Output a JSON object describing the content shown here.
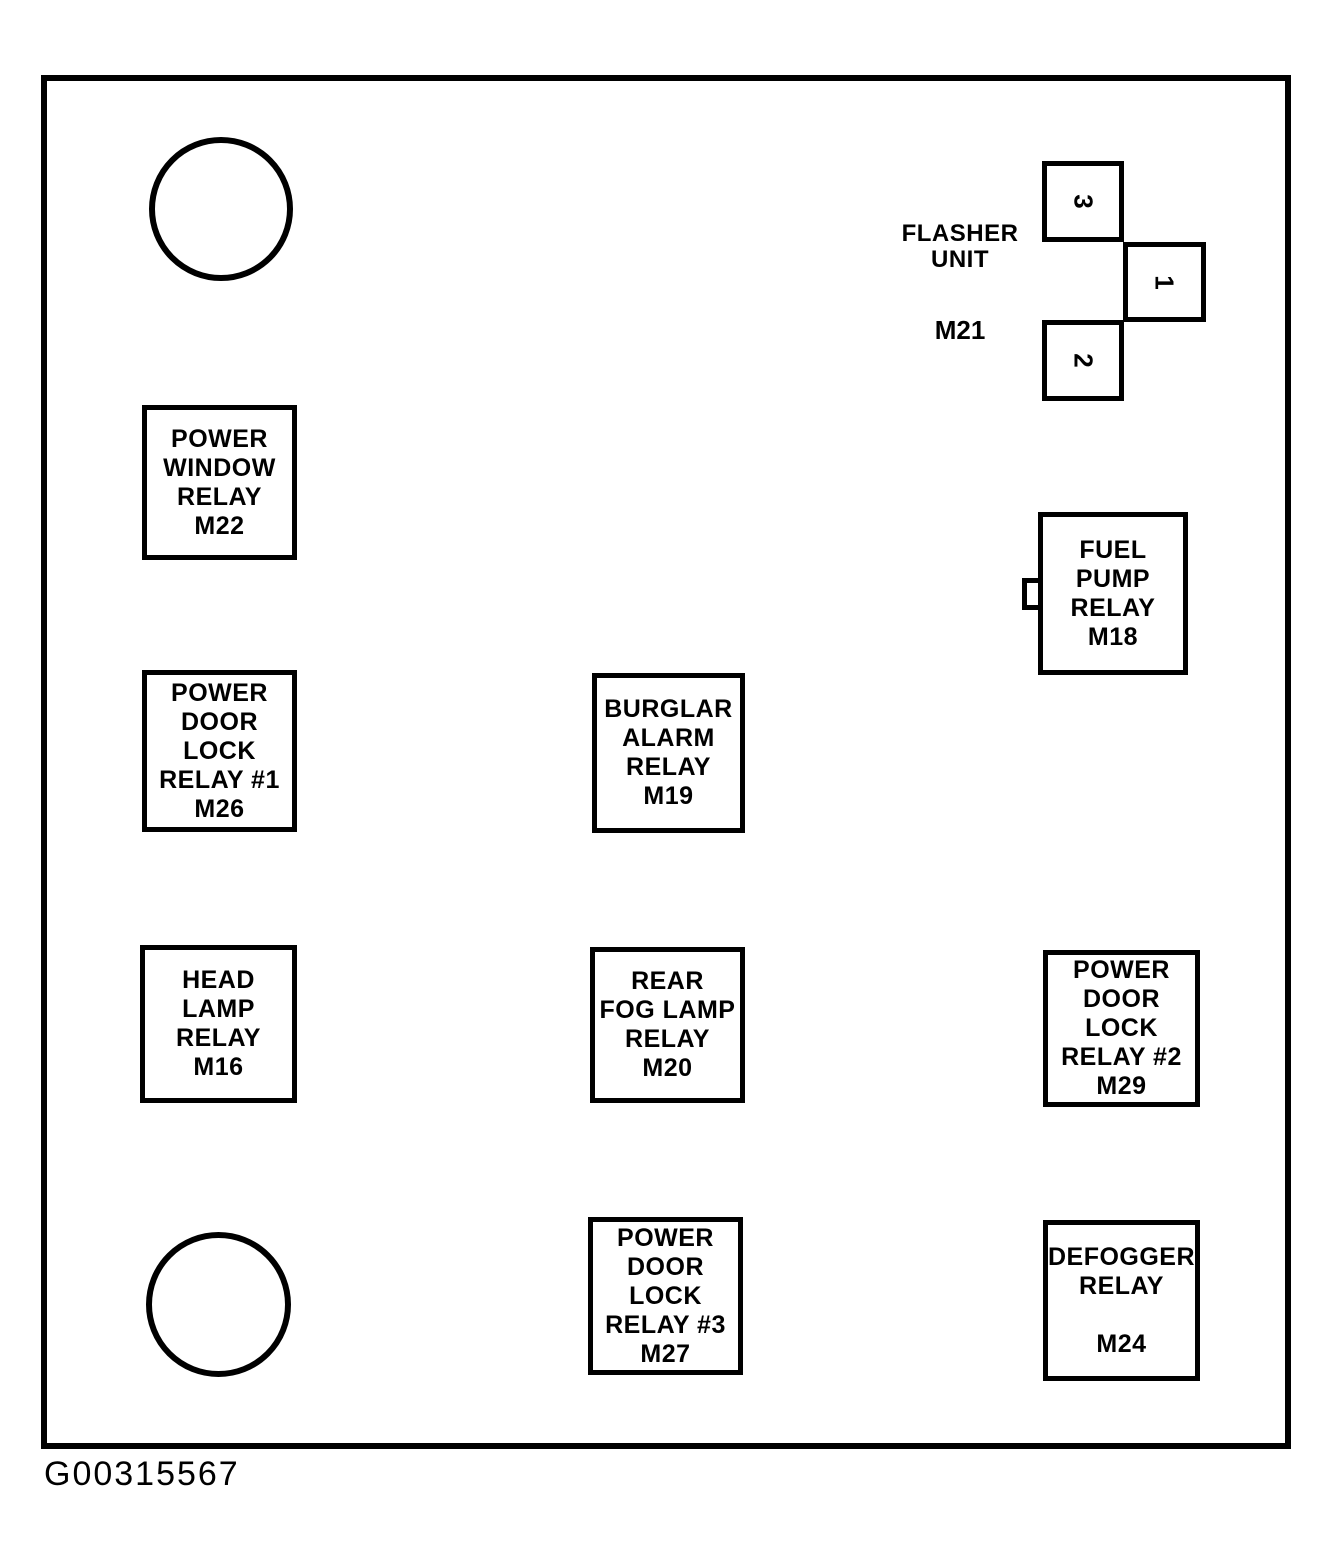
{
  "figure": {
    "code": "G00315567",
    "line_color": "#000000",
    "background_color": "#ffffff"
  },
  "flasher_unit": {
    "label": [
      "FLASHER",
      "UNIT"
    ],
    "id": "M21",
    "terminals": [
      "3",
      "1",
      "2"
    ]
  },
  "relays": {
    "power_window": {
      "lines": [
        "POWER",
        "WINDOW",
        "RELAY",
        "M22"
      ]
    },
    "fuel_pump": {
      "lines": [
        "FUEL",
        "PUMP",
        "RELAY",
        "M18"
      ]
    },
    "power_door_lock_1": {
      "lines": [
        "POWER",
        "DOOR",
        "LOCK",
        "RELAY #1",
        "M26"
      ]
    },
    "burglar_alarm": {
      "lines": [
        "BURGLAR",
        "ALARM",
        "RELAY",
        "M19"
      ]
    },
    "head_lamp": {
      "lines": [
        "HEAD",
        "LAMP",
        "RELAY",
        "M16"
      ]
    },
    "rear_fog_lamp": {
      "lines": [
        "REAR",
        "FOG LAMP",
        "RELAY",
        "M20"
      ]
    },
    "power_door_lock_2": {
      "lines": [
        "POWER",
        "DOOR",
        "LOCK",
        "RELAY #2",
        "M29"
      ]
    },
    "power_door_lock_3": {
      "lines": [
        "POWER",
        "DOOR",
        "LOCK",
        "RELAY #3",
        "M27"
      ]
    },
    "defogger": {
      "lines": [
        "DEFOGGER",
        "RELAY",
        "",
        "M24"
      ]
    }
  }
}
